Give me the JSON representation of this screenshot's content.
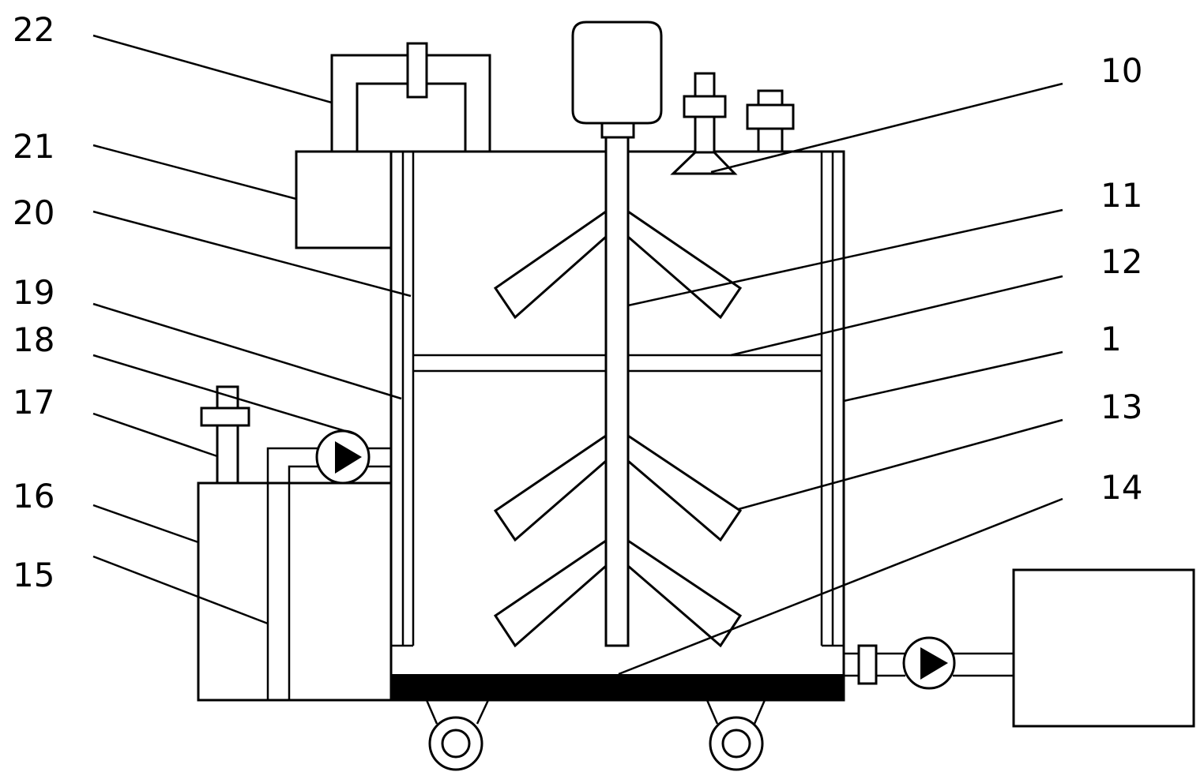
{
  "labels": {
    "l22": "22",
    "l21": "21",
    "l20": "20",
    "l19": "19",
    "l18": "18",
    "l17": "17",
    "l16": "16",
    "l15": "15",
    "l10": "10",
    "l11": "11",
    "l12": "12",
    "l1": "1",
    "l13": "13",
    "l14": "14"
  },
  "colors": {
    "line": "#000000",
    "background": "#ffffff",
    "heating_plate": "#000000"
  }
}
